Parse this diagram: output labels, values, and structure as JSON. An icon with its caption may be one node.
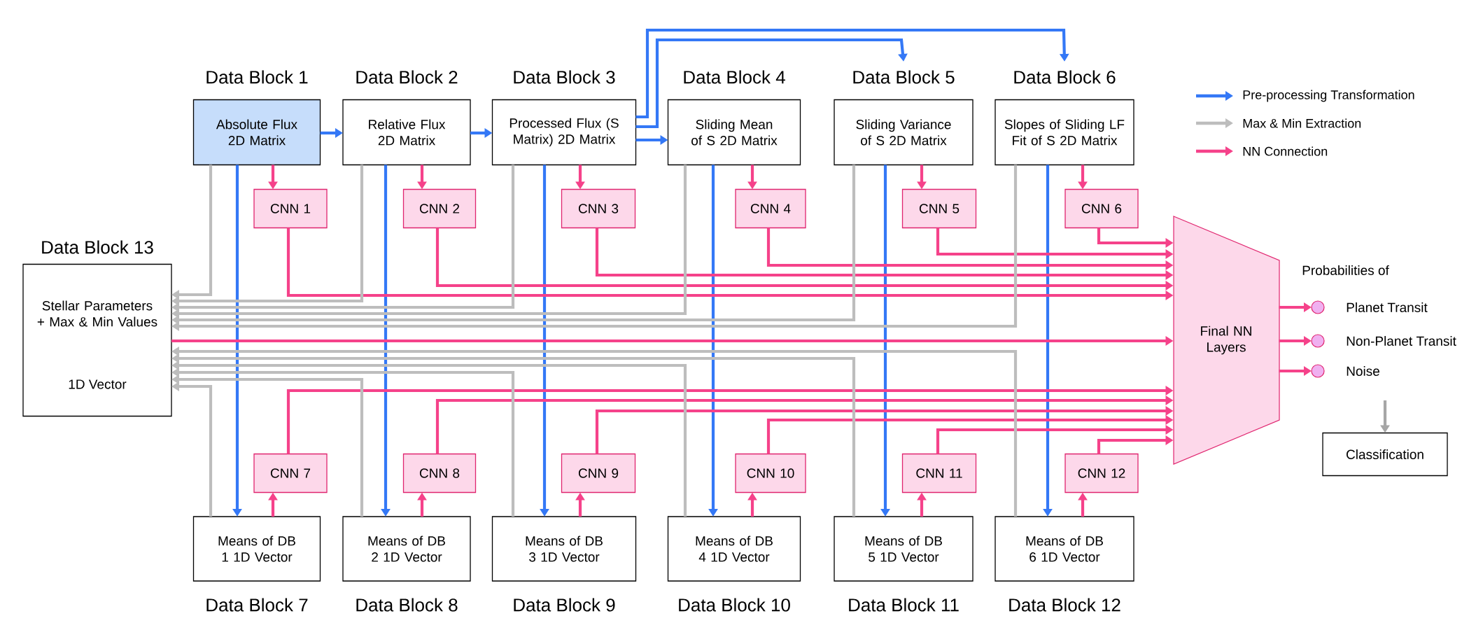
{
  "diagram": {
    "nodes": [
      {
        "text": [
          "Data Block 1",
          "Absolute Flux 2D Matrix"
        ]
      },
      {
        "text": [
          "Data Block 2",
          "Relative Flux 2D Matrix"
        ]
      },
      {
        "text": [
          "Data Block 3",
          "Processed Flux (S Matrix) 2D Matrix"
        ]
      },
      {
        "text": [
          "Data Block 4",
          "Sliding Mean of S 2D Matrix"
        ]
      },
      {
        "text": [
          "Data Block 5",
          "Sliding Variance of S 2D Matrix"
        ]
      },
      {
        "text": [
          "Data Block 6",
          "Slopes of Sliding LF Fit of S 2D Matrix"
        ]
      },
      {
        "text": [
          "CNN 1"
        ]
      },
      {
        "text": [
          "CNN 2"
        ]
      },
      {
        "text": [
          "CNN 3"
        ]
      },
      {
        "text": [
          "CNN 4"
        ]
      },
      {
        "text": [
          "CNN 5"
        ]
      },
      {
        "text": [
          "CNN 6"
        ]
      },
      {
        "text": [
          "Data Block 13",
          "Stellar Parameters + Max & Min Values",
          "1D Vector"
        ]
      },
      {
        "text": [
          "Means of DB 1 1D Vector",
          "Data Block 7"
        ]
      },
      {
        "text": [
          "Means of DB 2 1D Vector",
          "Data Block 8"
        ]
      },
      {
        "text": [
          "Means of DB 3 1D Vector",
          "Data Block 9"
        ]
      },
      {
        "text": [
          "Means of DB 4 1D Vector",
          "Data Block 10"
        ]
      },
      {
        "text": [
          "Means of DB 5 1D Vector",
          "Data Block 11"
        ]
      },
      {
        "text": [
          "Means of DB 6 1D Vector",
          "Data Block 12"
        ]
      },
      {
        "text": [
          "CNN 7"
        ]
      },
      {
        "text": [
          "CNN 8"
        ]
      },
      {
        "text": [
          "CNN 9"
        ]
      },
      {
        "text": [
          "CNN 10"
        ]
      },
      {
        "text": [
          "CNN 11"
        ]
      },
      {
        "text": [
          "CNN 12"
        ]
      },
      {
        "text": [
          "Final NN Layers"
        ]
      },
      {
        "text": [],
        "shape": "circle",
        "beside": [
          "Planet Transit"
        ]
      },
      {
        "text": [],
        "shape": "circle",
        "beside": [
          "Non-Planet Transit"
        ]
      },
      {
        "text": [],
        "shape": "circle",
        "beside": [
          "Noise"
        ]
      },
      {
        "text": [
          "Classification"
        ]
      }
    ],
    "edges": [
      {
        "from": 0,
        "to": 1,
        "arrow": "to",
        "color": "#3478f6"
      },
      {
        "from": 1,
        "to": 2,
        "arrow": "to",
        "color": "#3478f6"
      },
      {
        "from": 2,
        "to": 3,
        "arrow": "to",
        "color": "#3478f6"
      },
      {
        "from": 2,
        "to": 4,
        "arrow": "to",
        "color": "#3478f6"
      },
      {
        "from": 2,
        "to": 5,
        "arrow": "to",
        "color": "#3478f6"
      },
      {
        "from": 0,
        "to": 13,
        "arrow": "to",
        "color": "#3478f6"
      },
      {
        "from": 1,
        "to": 14,
        "arrow": "to",
        "color": "#3478f6"
      },
      {
        "from": 2,
        "to": 15,
        "arrow": "to",
        "color": "#3478f6"
      },
      {
        "from": 3,
        "to": 16,
        "arrow": "to",
        "color": "#3478f6"
      },
      {
        "from": 4,
        "to": 17,
        "arrow": "to",
        "color": "#3478f6"
      },
      {
        "from": 5,
        "to": 18,
        "arrow": "to",
        "color": "#3478f6"
      },
      {
        "from": 0,
        "to": 6,
        "arrow": "to"
      },
      {
        "from": 1,
        "to": 7,
        "arrow": "to"
      },
      {
        "from": 2,
        "to": 8,
        "arrow": "to"
      },
      {
        "from": 3,
        "to": 9,
        "arrow": "to"
      },
      {
        "from": 4,
        "to": 10,
        "arrow": "to"
      },
      {
        "from": 5,
        "to": 11,
        "arrow": "to"
      },
      {
        "from": 6,
        "to": 25,
        "arrow": "to"
      },
      {
        "from": 7,
        "to": 25,
        "arrow": "to"
      },
      {
        "from": 8,
        "to": 25,
        "arrow": "to"
      },
      {
        "from": 9,
        "to": 25,
        "arrow": "to"
      },
      {
        "from": 10,
        "to": 25,
        "arrow": "to"
      },
      {
        "from": 11,
        "to": 25,
        "arrow": "to"
      },
      {
        "from": 13,
        "to": 19,
        "arrow": "to"
      },
      {
        "from": 14,
        "to": 20,
        "arrow": "to"
      },
      {
        "from": 15,
        "to": 21,
        "arrow": "to"
      },
      {
        "from": 16,
        "to": 22,
        "arrow": "to"
      },
      {
        "from": 17,
        "to": 23,
        "arrow": "to"
      },
      {
        "from": 18,
        "to": 24,
        "arrow": "to"
      },
      {
        "from": 19,
        "to": 25,
        "arrow": "to"
      },
      {
        "from": 20,
        "to": 25,
        "arrow": "to"
      },
      {
        "from": 21,
        "to": 25,
        "arrow": "to"
      },
      {
        "from": 22,
        "to": 25,
        "arrow": "to"
      },
      {
        "from": 23,
        "to": 25,
        "arrow": "to"
      },
      {
        "from": 24,
        "to": 25,
        "arrow": "to"
      },
      {
        "from": 12,
        "to": 25,
        "arrow": "to"
      },
      {
        "from": 25,
        "to": 26,
        "arrow": "to"
      },
      {
        "from": 25,
        "to": 27,
        "arrow": "to"
      },
      {
        "from": 25,
        "to": 28,
        "arrow": "to"
      },
      {
        "from": 0,
        "to": 12,
        "arrow": "to",
        "color": "#bdbdbd"
      },
      {
        "from": 1,
        "to": 12,
        "arrow": "to",
        "color": "#bdbdbd"
      },
      {
        "from": 2,
        "to": 12,
        "arrow": "to",
        "color": "#bdbdbd"
      },
      {
        "from": 3,
        "to": 12,
        "arrow": "to",
        "color": "#bdbdbd"
      },
      {
        "from": 4,
        "to": 12,
        "arrow": "to",
        "color": "#bdbdbd"
      },
      {
        "from": 5,
        "to": 12,
        "arrow": "to",
        "color": "#bdbdbd"
      },
      {
        "from": 13,
        "to": 12,
        "arrow": "to",
        "color": "#bdbdbd"
      },
      {
        "from": 14,
        "to": 12,
        "arrow": "to",
        "color": "#bdbdbd"
      },
      {
        "from": 15,
        "to": 12,
        "arrow": "to",
        "color": "#bdbdbd"
      },
      {
        "from": 16,
        "to": 12,
        "arrow": "to",
        "color": "#bdbdbd"
      },
      {
        "from": 17,
        "to": 12,
        "arrow": "to",
        "color": "#bdbdbd"
      },
      {
        "from": 18,
        "to": 12,
        "arrow": "to",
        "color": "#bdbdbd"
      },
      {
        "from": null,
        "to": 29,
        "arrow": "to",
        "color": "#a6a6a6"
      }
    ],
    "labels": [
      "Probabilities of"
    ],
    "legend": [
      {
        "text": "Pre-processing Transformation"
      },
      {
        "text": "Max & Min Extraction"
      },
      {
        "text": "NN Connection"
      }
    ]
  }
}
